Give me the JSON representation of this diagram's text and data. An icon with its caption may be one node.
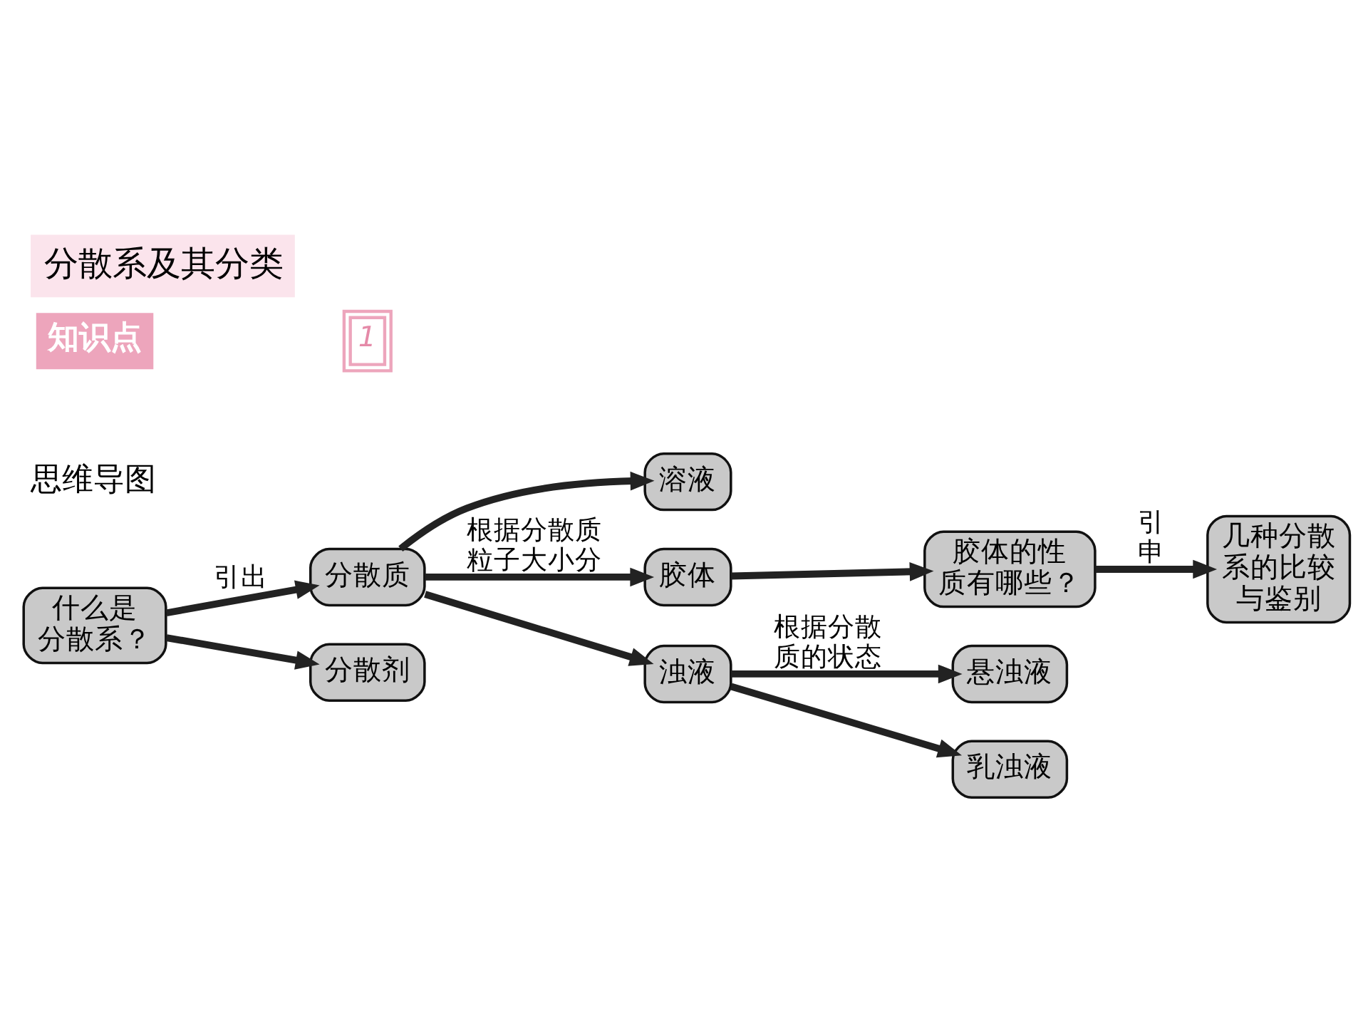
{
  "diagram": {
    "title": "分散系及其分类",
    "nodes": [
      {
        "text": [
          "什么是分散系？"
        ]
      },
      {
        "text": [
          "分散质"
        ]
      },
      {
        "text": [
          "分散剂"
        ]
      },
      {
        "text": [
          "溶液"
        ]
      },
      {
        "text": [
          "胶体"
        ]
      },
      {
        "text": [
          "浊液"
        ]
      },
      {
        "text": [
          "胶体的性质有哪些？"
        ]
      },
      {
        "text": [
          "几种分散系的比较与鉴别"
        ]
      },
      {
        "text": [
          "悬浊液"
        ]
      },
      {
        "text": [
          "乳浊液"
        ]
      }
    ],
    "edges": [
      {
        "from": 0,
        "to": 1,
        "arrow": "to",
        "label": "引出"
      },
      {
        "from": 0,
        "to": 2,
        "arrow": "to"
      },
      {
        "from": 1,
        "to": 3,
        "arrow": "to"
      },
      {
        "from": 1,
        "to": 4,
        "arrow": "to",
        "label": "根据分散质粒子大小分"
      },
      {
        "from": 1,
        "to": 5,
        "arrow": "to"
      },
      {
        "from": 4,
        "to": 6,
        "arrow": "to"
      },
      {
        "from": 6,
        "to": 7,
        "arrow": "to",
        "label": "引申"
      },
      {
        "from": 5,
        "to": 8,
        "arrow": "to",
        "label": "根据分散质的状态"
      },
      {
        "from": 5,
        "to": 9,
        "arrow": "to"
      }
    ],
    "labels": [
      "知识点",
      "1",
      "思维导图"
    ]
  }
}
